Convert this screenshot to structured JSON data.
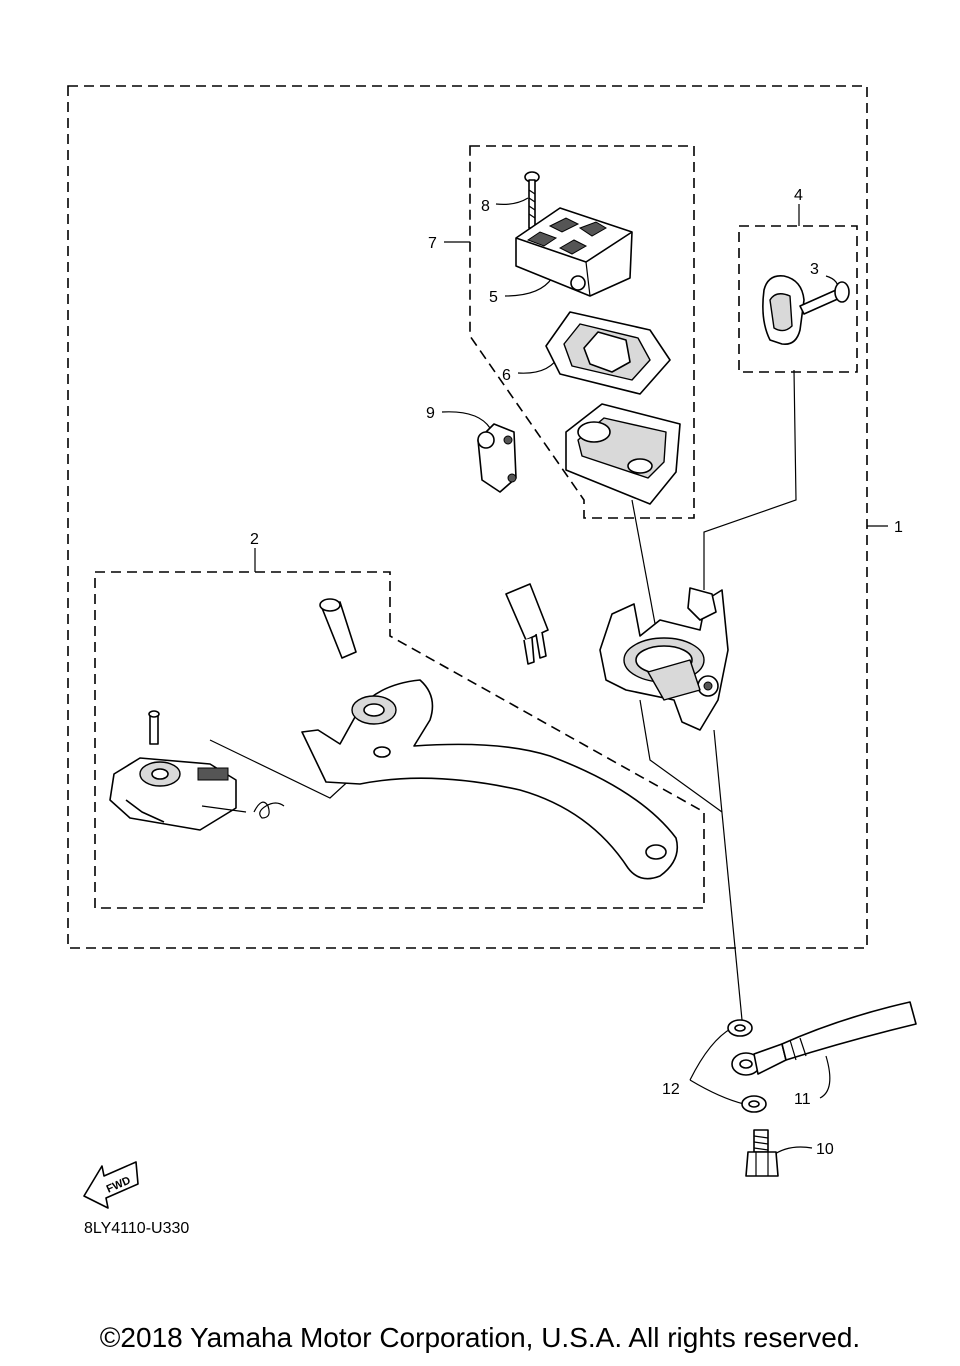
{
  "part_numbers": [
    "1",
    "2",
    "3",
    "4",
    "5",
    "6",
    "7",
    "8",
    "9",
    "10",
    "11",
    "12"
  ],
  "fwd_label": "FWD",
  "diagram_code": "8LY4110-U330",
  "copyright": "©2018 Yamaha Motor Corporation, U.S.A. All rights reserved."
}
